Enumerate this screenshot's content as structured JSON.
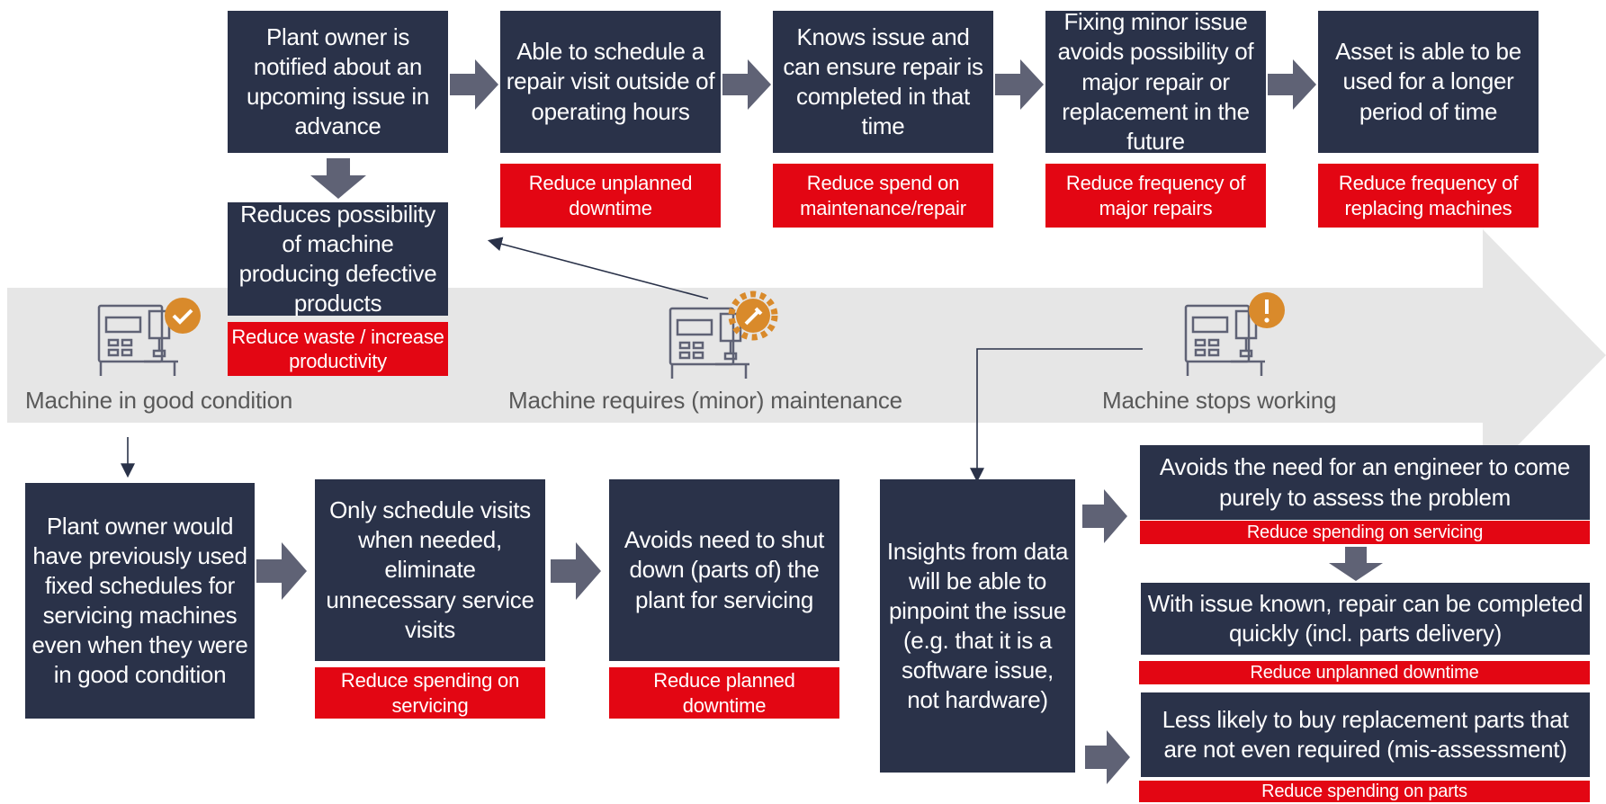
{
  "stages": {
    "good": "Machine in good condition",
    "minor": "Machine requires (minor) maintenance",
    "stops": "Machine stops working"
  },
  "top": {
    "b1": "Plant owner is notified about an upcoming issue in advance",
    "b2": "Able to schedule a repair visit outside of operating hours",
    "b3": "Knows issue and can ensure repair is completed in that time",
    "b4": "Fixing minor issue avoids possibility of major repair or replacement in the future",
    "b5": "Asset is able to be used for a longer period of time",
    "t2": "Reduce unplanned downtime",
    "t3": "Reduce spend on maintenance/repair",
    "t4": "Reduce frequency of major repairs",
    "t5": "Reduce frequency of replacing machines",
    "defect": "Reduces possibility of machine producing defective products",
    "defect_tag": "Reduce waste / increase productivity"
  },
  "bottom_left": {
    "b1": "Plant owner would have previously used fixed schedules for servicing machines even when they were in good condition",
    "b2": "Only schedule visits when needed, eliminate unnecessary service visits",
    "b3": "Avoids need to shut down (parts of) the plant for servicing",
    "t2": "Reduce spending on servicing",
    "t3": "Reduce planned downtime"
  },
  "bottom_right": {
    "insights": "Insights from data will be able to pinpoint the issue (e.g. that it is a software issue, not hardware)",
    "r1": "Avoids the need for an engineer to come purely to assess the problem",
    "r1_tag": "Reduce spending on servicing",
    "r2": "With issue known, repair can be completed quickly (incl. parts delivery)",
    "r2_tag": "Reduce unplanned downtime",
    "r3": "Less likely to buy replacement parts that are not even required (mis-assessment)",
    "r3_tag": "Reduce spending on parts"
  },
  "colors": {
    "box": "#2a3249",
    "tag": "#e30613",
    "band": "#e6e6e6",
    "arrow": "#5f6275",
    "badge_accent": "#d98a2b"
  },
  "icons": {
    "good": "machine-check-icon",
    "minor": "machine-wrench-icon",
    "stops": "machine-alert-icon"
  }
}
